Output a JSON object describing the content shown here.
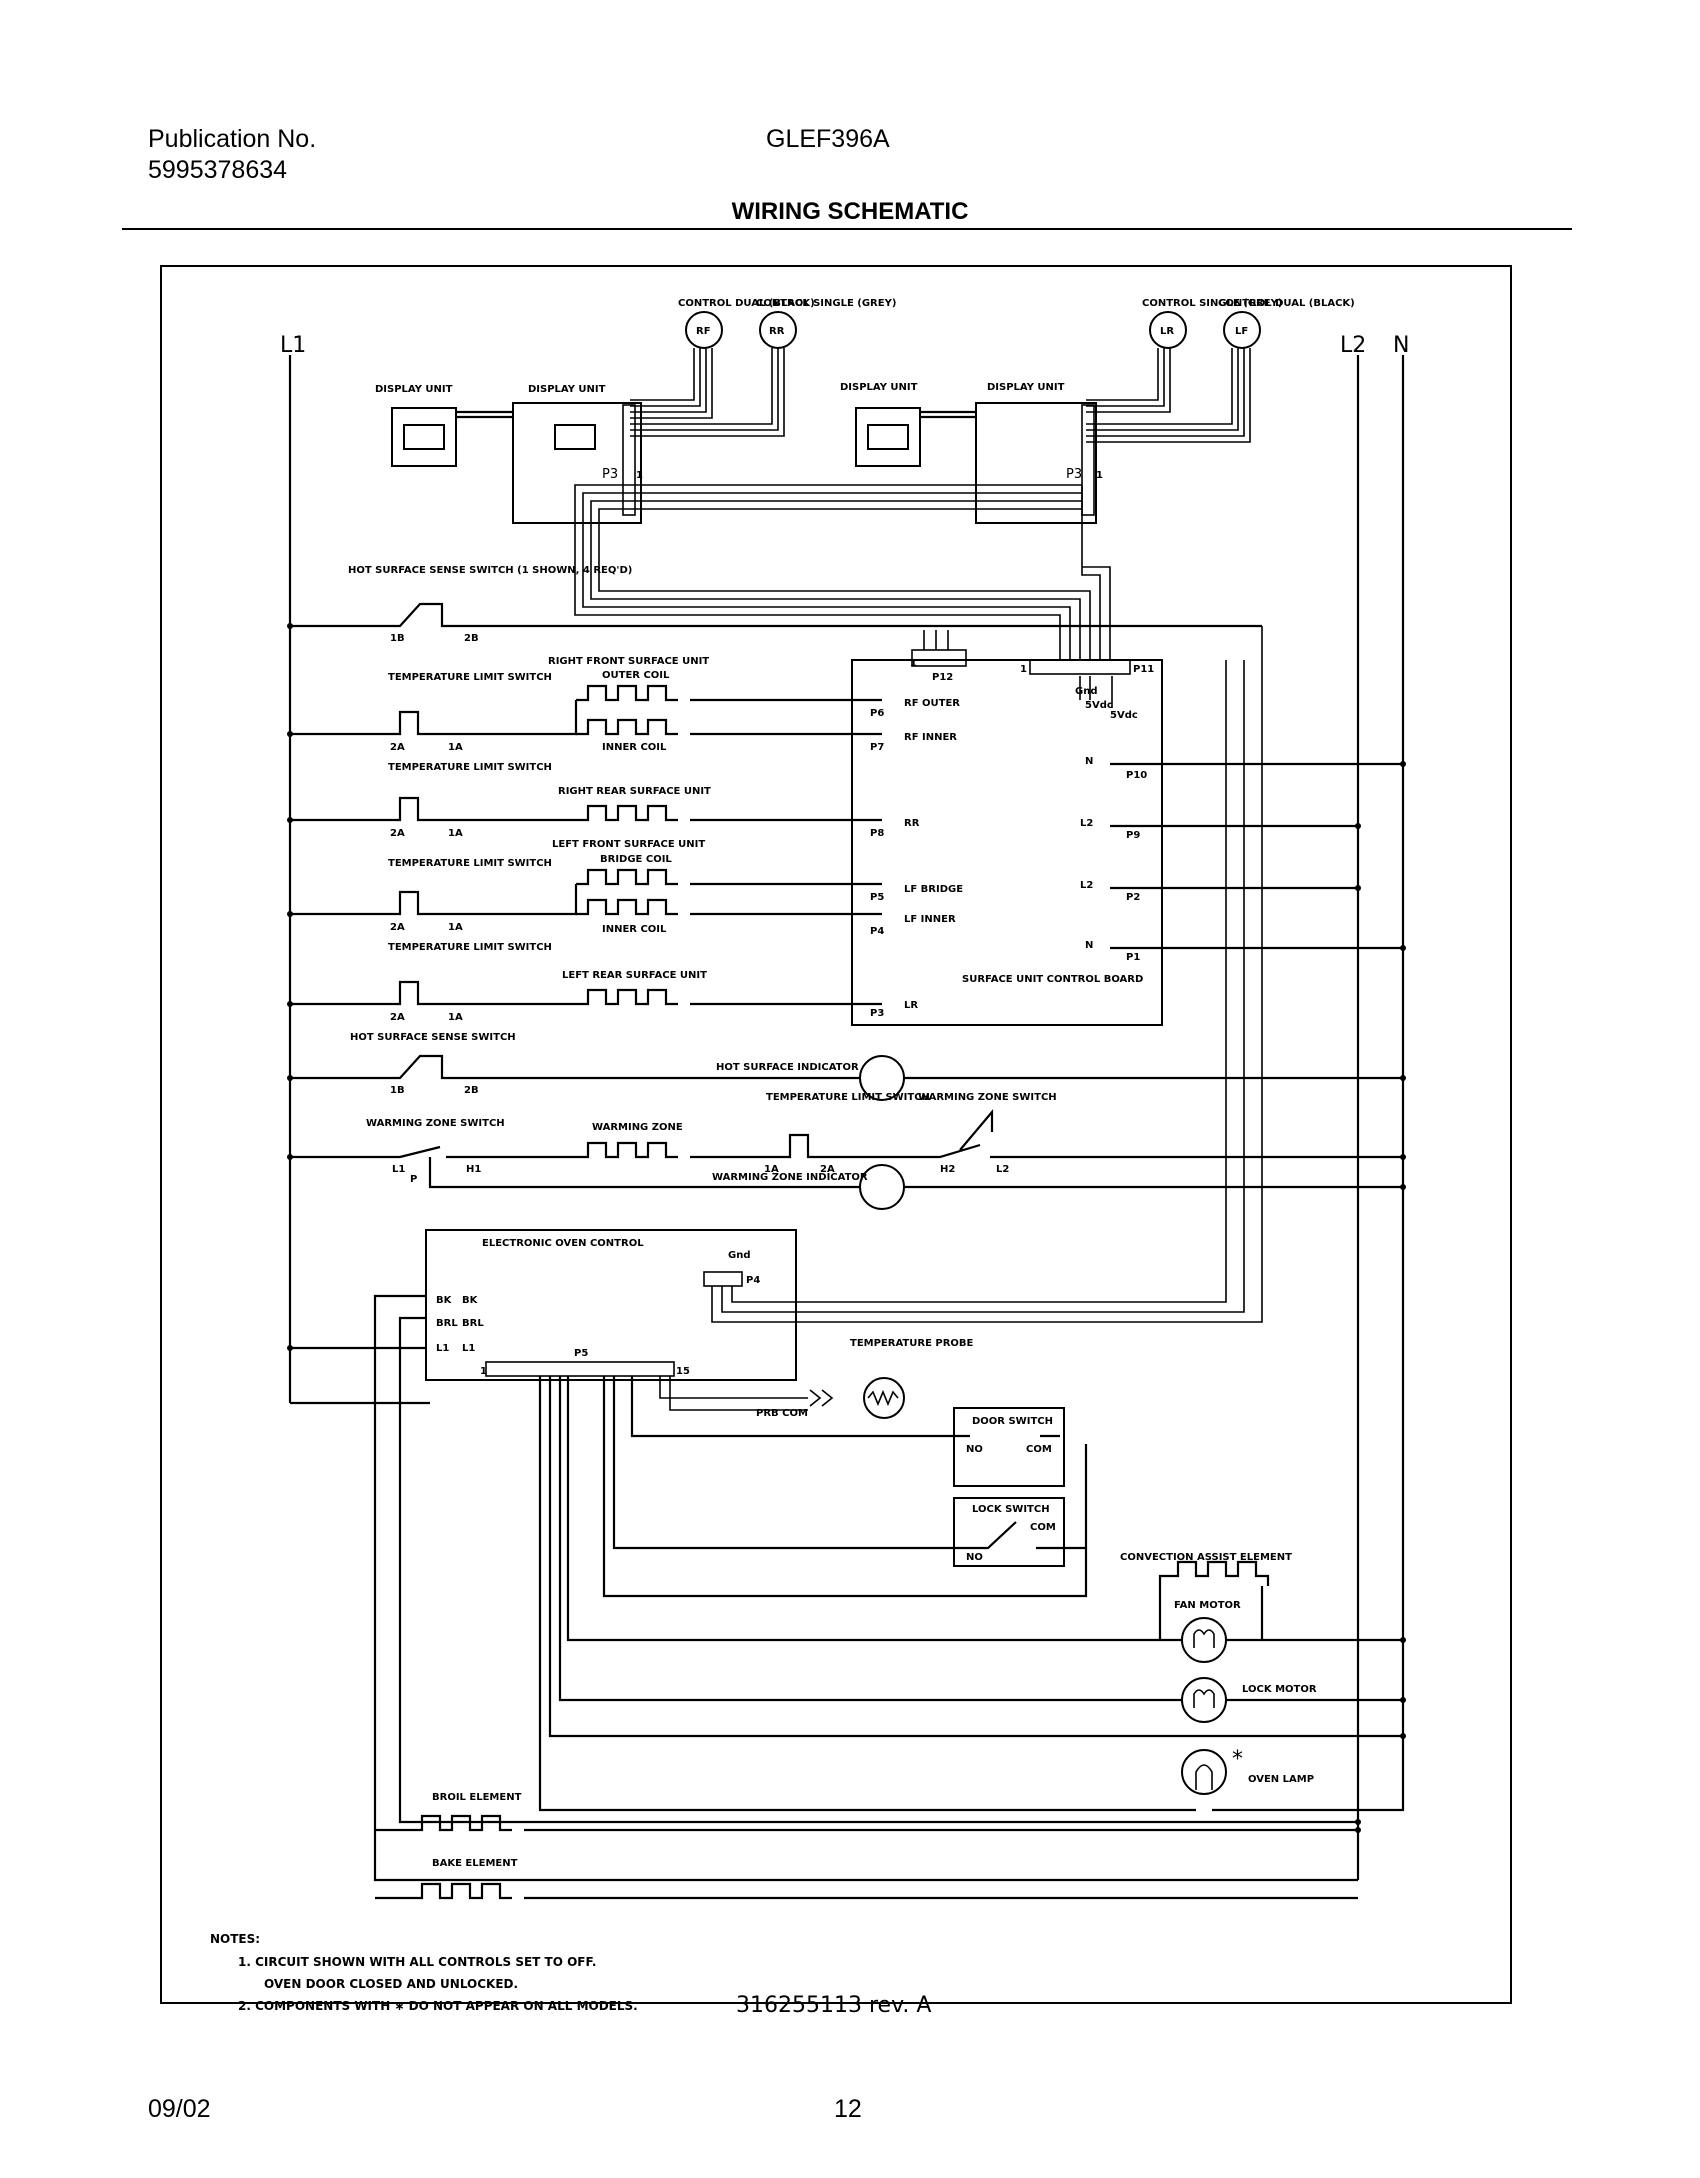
{
  "header": {
    "publication_label": "Publication No.",
    "publication_number": "5995378634",
    "model": "GLEF396A",
    "title": "WIRING SCHEMATIC"
  },
  "footer": {
    "date": "09/02",
    "page": "12"
  },
  "diagram": {
    "rails": {
      "left": "L1",
      "l2": "L2",
      "neutral": "N"
    },
    "controls": {
      "rf": {
        "code": "RF",
        "label": "CONTROL DUAL (BLACK)"
      },
      "rr": {
        "code": "RR",
        "label": "CONTROL SINGLE (GREY)"
      },
      "lr": {
        "code": "LR",
        "label": "CONTROL SINGLE (GREY)"
      },
      "lf": {
        "code": "LF",
        "label": "CONTROL DUAL (BLACK)"
      }
    },
    "display_unit": "DISPLAY UNIT",
    "connectors": {
      "p3": "P3",
      "p11": "P11",
      "p12": "P12",
      "pin_1": "1",
      "pin_15": "15",
      "p4": "P4"
    },
    "switches": {
      "hot_surface_sense": "HOT SURFACE SENSE SWITCH (1 SHOWN, 4 REQ'D)",
      "hot_surface_sense_short": "HOT SURFACE SENSE SWITCH",
      "temp_limit": "TEMPERATURE LIMIT SWITCH",
      "warming_zone": "WARMING ZONE SWITCH",
      "door": "DOOR SWITCH",
      "lock": "LOCK SWITCH"
    },
    "terminals": {
      "t1b": "1B",
      "t2b": "2B",
      "t2a": "2A",
      "t1a": "1A",
      "l1": "L1",
      "h1": "H1",
      "h2": "H2",
      "l2": "L2",
      "p": "P",
      "no": "NO",
      "com": "COM",
      "gnd": "Gnd",
      "v5": "5Vdc",
      "v5b": "5Vdc"
    },
    "elements": {
      "rf_unit": "RIGHT FRONT SURFACE UNIT",
      "outer_coil": "OUTER COIL",
      "inner_coil": "INNER COIL",
      "rr_unit": "RIGHT REAR SURFACE UNIT",
      "lf_unit": "LEFT FRONT SURFACE UNIT",
      "bridge_coil": "BRIDGE COIL",
      "lr_unit": "LEFT REAR SURFACE UNIT",
      "warming_zone": "WARMING ZONE",
      "broil": "BROIL ELEMENT",
      "bake": "BAKE ELEMENT",
      "convection": "CONVECTION ASSIST ELEMENT",
      "fan_motor": "FAN MOTOR",
      "lock_motor": "LOCK MOTOR",
      "oven_lamp": "OVEN LAMP",
      "temp_probe": "TEMPERATURE PROBE",
      "prb_com": "PRB COM"
    },
    "indicators": {
      "hot_surface": "HOT SURFACE INDICATOR",
      "warming_zone": "WARMING ZONE INDICATOR"
    },
    "scb": {
      "title": "SURFACE UNIT CONTROL BOARD",
      "pins": {
        "p6": "P6",
        "p7": "P7",
        "p8": "P8",
        "p5": "P5",
        "p4": "P4",
        "p3": "P3",
        "p10": "P10",
        "p9": "P9",
        "p2": "P2",
        "p1": "P1"
      },
      "signals": {
        "rf_outer": "RF OUTER",
        "rf_inner": "RF INNER",
        "rr": "RR",
        "lf_bridge": "LF BRIDGE",
        "lf_inner": "LF INNER",
        "lr": "LR",
        "n": "N",
        "l2": "L2"
      }
    },
    "eoc": {
      "title": "ELECTRONIC OVEN CONTROL",
      "bk": "BK",
      "brl": "BRL",
      "l1": "L1",
      "p5": "P5"
    },
    "asterisk": "*",
    "drawing_number": "316255113 rev. A"
  },
  "notes": {
    "heading": "NOTES:",
    "n1_a": "1.  CIRCUIT SHOWN WITH ALL CONTROLS SET TO OFF.",
    "n1_b": "OVEN DOOR CLOSED AND UNLOCKED.",
    "n2": "2.  COMPONENTS WITH  ∗ DO NOT APPEAR ON ALL MODELS."
  }
}
